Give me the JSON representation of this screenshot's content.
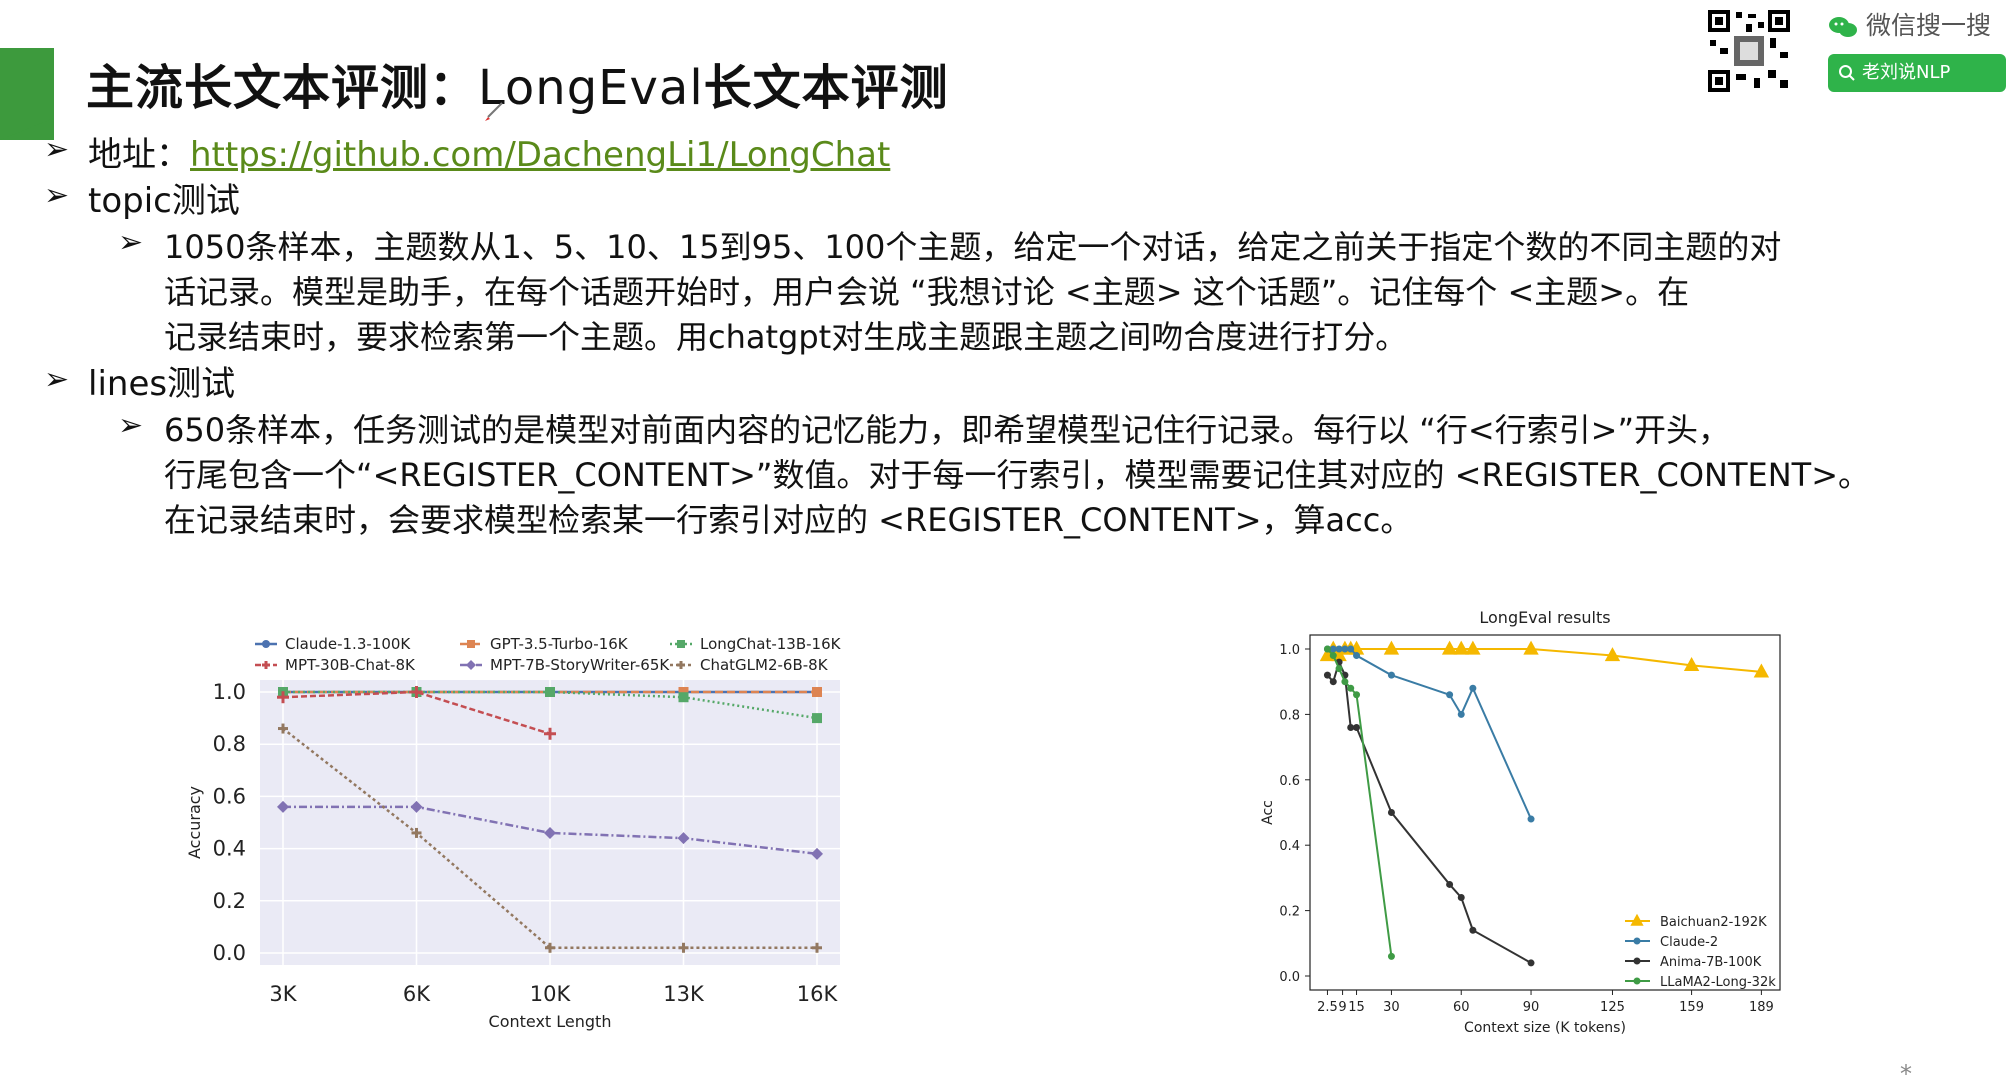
{
  "title": {
    "zh": "主流长文本评测：",
    "en": "LongEval",
    "zh2": "长文本评测"
  },
  "header": {
    "wechat_label": "微信搜一搜",
    "search_label": "老刘说NLP"
  },
  "bullets": {
    "address_label": "地址：",
    "address_url": "https://github.com/DachengLi1/LongChat",
    "topic_heading": "topic测试",
    "topic_lines": [
      "1050条样本，主题数从1、5、10、15到95、100个主题，给定一个对话，给定之前关于指定个数的不同主题的对",
      "话记录。模型是助手，在每个话题开始时，用户会说 “我想讨论 <主题> 这个话题”。记住每个 <主题>。在",
      "记录结束时，要求检索第一个主题。用chatgpt对生成主题跟主题之间吻合度进行打分。"
    ],
    "lines_heading": "lines测试",
    "lines_lines": [
      "650条样本，任务测试的是模型对前面内容的记忆能力，即希望模型记住行记录。每行以 “行<行索引>”开头，",
      "行尾包含一个“<REGISTER_CONTENT>”数值。对于每一行索引，模型需要记住其对应的 <REGISTER_CONTENT>。",
      "在记录结束时，会要求模型检索某一行索引对应的 <REGISTER_CONTENT>，算acc。"
    ]
  },
  "chart_data": [
    {
      "type": "line",
      "title": "",
      "xlabel": "Context Length",
      "ylabel": "Accuracy",
      "categories": [
        "3K",
        "6K",
        "10K",
        "13K",
        "16K"
      ],
      "ylim": [
        0.0,
        1.0
      ],
      "yticks": [
        "0.0",
        "0.2",
        "0.4",
        "0.6",
        "0.8",
        "1.0"
      ],
      "grid": true,
      "legend_position": "top",
      "series": [
        {
          "name": "Claude-1.3-100K",
          "color": "#4c72b0",
          "values": [
            1.0,
            1.0,
            1.0,
            1.0,
            1.0
          ]
        },
        {
          "name": "GPT-3.5-Turbo-16K",
          "color": "#dd8452",
          "values": [
            1.0,
            1.0,
            1.0,
            1.0,
            1.0
          ]
        },
        {
          "name": "LongChat-13B-16K",
          "color": "#55a868",
          "values": [
            1.0,
            1.0,
            1.0,
            0.98,
            0.9
          ]
        },
        {
          "name": "MPT-30B-Chat-8K",
          "color": "#c44e52",
          "values": [
            0.98,
            1.0,
            0.84,
            null,
            null
          ]
        },
        {
          "name": "MPT-7B-StoryWriter-65K",
          "color": "#8172b3",
          "values": [
            0.56,
            0.56,
            0.46,
            0.44,
            0.38
          ]
        },
        {
          "name": "ChatGLM2-6B-8K",
          "color": "#937860",
          "values": [
            0.86,
            0.46,
            0.02,
            0.02,
            0.02
          ]
        }
      ]
    },
    {
      "type": "line",
      "title": "LongEval results",
      "xlabel": "Context size (K tokens)",
      "ylabel": "Acc",
      "xticks": [
        "2.5",
        "9",
        "15",
        "30",
        "60",
        "90",
        "125",
        "159",
        "189"
      ],
      "ylim": [
        0.0,
        1.0
      ],
      "yticks": [
        "0.0",
        "0.2",
        "0.4",
        "0.6",
        "0.8",
        "1.0"
      ],
      "legend_position": "lower right",
      "series": [
        {
          "name": "Baichuan2-192K",
          "color": "#f5b800",
          "x": [
            2.5,
            5,
            7.5,
            10,
            12.5,
            15,
            30,
            55,
            60,
            65,
            90,
            125,
            159,
            189
          ],
          "y": [
            0.98,
            1.0,
            0.98,
            1.0,
            1.0,
            1.0,
            1.0,
            1.0,
            1.0,
            1.0,
            1.0,
            0.98,
            0.95,
            0.93
          ]
        },
        {
          "name": "Claude-2",
          "color": "#3a7ca5",
          "x": [
            2.5,
            5,
            7.5,
            10,
            12.5,
            15,
            30,
            55,
            60,
            65,
            90
          ],
          "y": [
            1.0,
            1.0,
            1.0,
            1.0,
            1.0,
            0.98,
            0.92,
            0.86,
            0.8,
            0.88,
            0.48
          ]
        },
        {
          "name": "Anima-7B-100K",
          "color": "#333333",
          "x": [
            2.5,
            5,
            7.5,
            10,
            12.5,
            15,
            30,
            55,
            60,
            65,
            90
          ],
          "y": [
            0.92,
            0.9,
            0.96,
            0.92,
            0.76,
            0.76,
            0.5,
            0.28,
            0.24,
            0.14,
            0.04
          ]
        },
        {
          "name": "LLaMA2-Long-32k",
          "color": "#3f9b45",
          "x": [
            2.5,
            5,
            7.5,
            10,
            12.5,
            15,
            30
          ],
          "y": [
            1.0,
            0.98,
            0.94,
            0.9,
            0.88,
            0.86,
            0.06
          ]
        }
      ]
    }
  ]
}
